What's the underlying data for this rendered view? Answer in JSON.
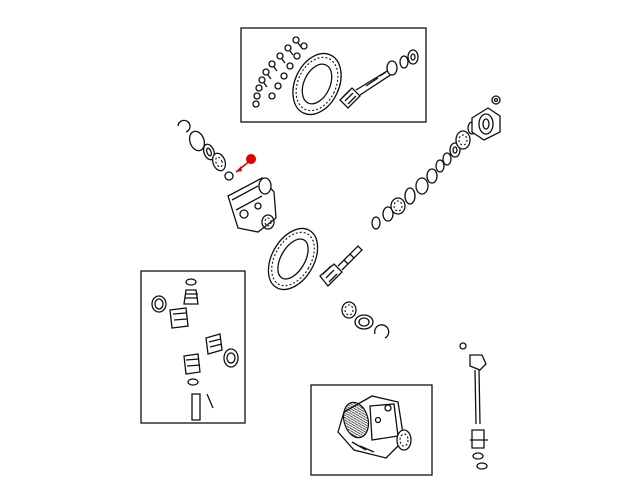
{
  "diagram": {
    "type": "exploded-parts-view",
    "subject": "axle-differential",
    "line_color": "#111111",
    "background": "#ffffff",
    "marker": {
      "color": "#e00000",
      "icon": "callout-dot"
    }
  }
}
